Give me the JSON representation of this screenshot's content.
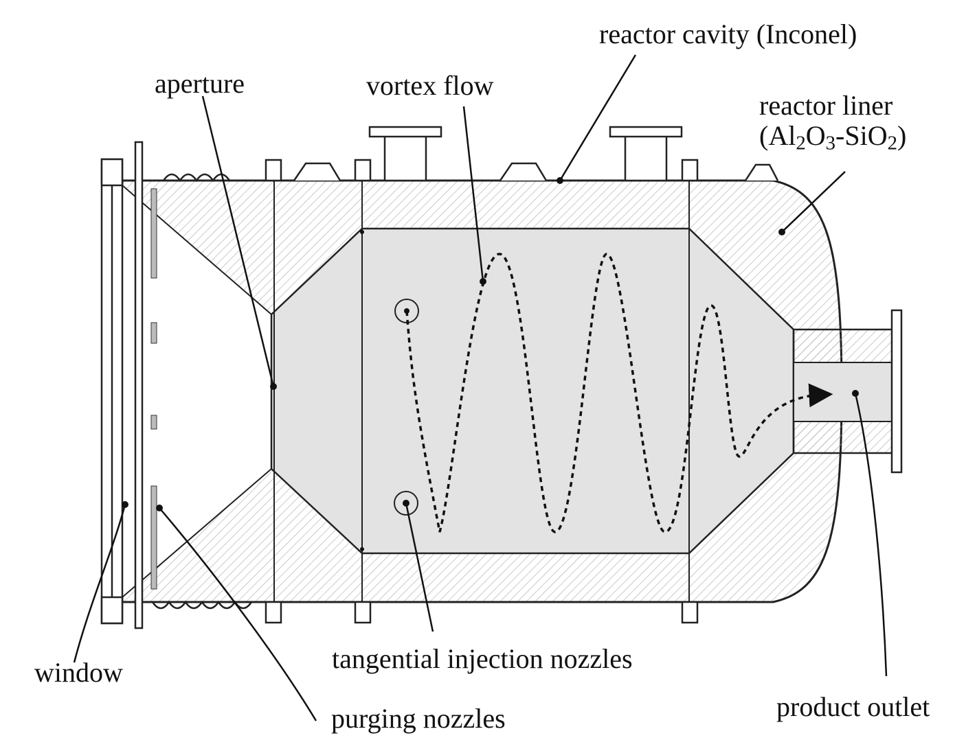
{
  "labels": {
    "reactor_cavity": "reactor cavity (Inconel)",
    "aperture": "aperture",
    "vortex_flow": "vortex flow",
    "reactor_liner_line1": "reactor liner",
    "reactor_liner_line2_prefix": "(Al",
    "reactor_liner_sub_a": "2",
    "reactor_liner_mid_a": "O",
    "reactor_liner_sub_b": "3",
    "reactor_liner_mid_b": "-SiO",
    "reactor_liner_sub_c": "2",
    "reactor_liner_suffix": ")",
    "window": "window",
    "purging_nozzles": "purging nozzles",
    "tangential_injection_nozzles": "tangential injection nozzles",
    "product_outlet": "product outlet"
  },
  "colors": {
    "stroke": "#222222",
    "cavity_fill": "#e3e3e3",
    "hatch": "#9a9a9a",
    "background": "#ffffff"
  }
}
